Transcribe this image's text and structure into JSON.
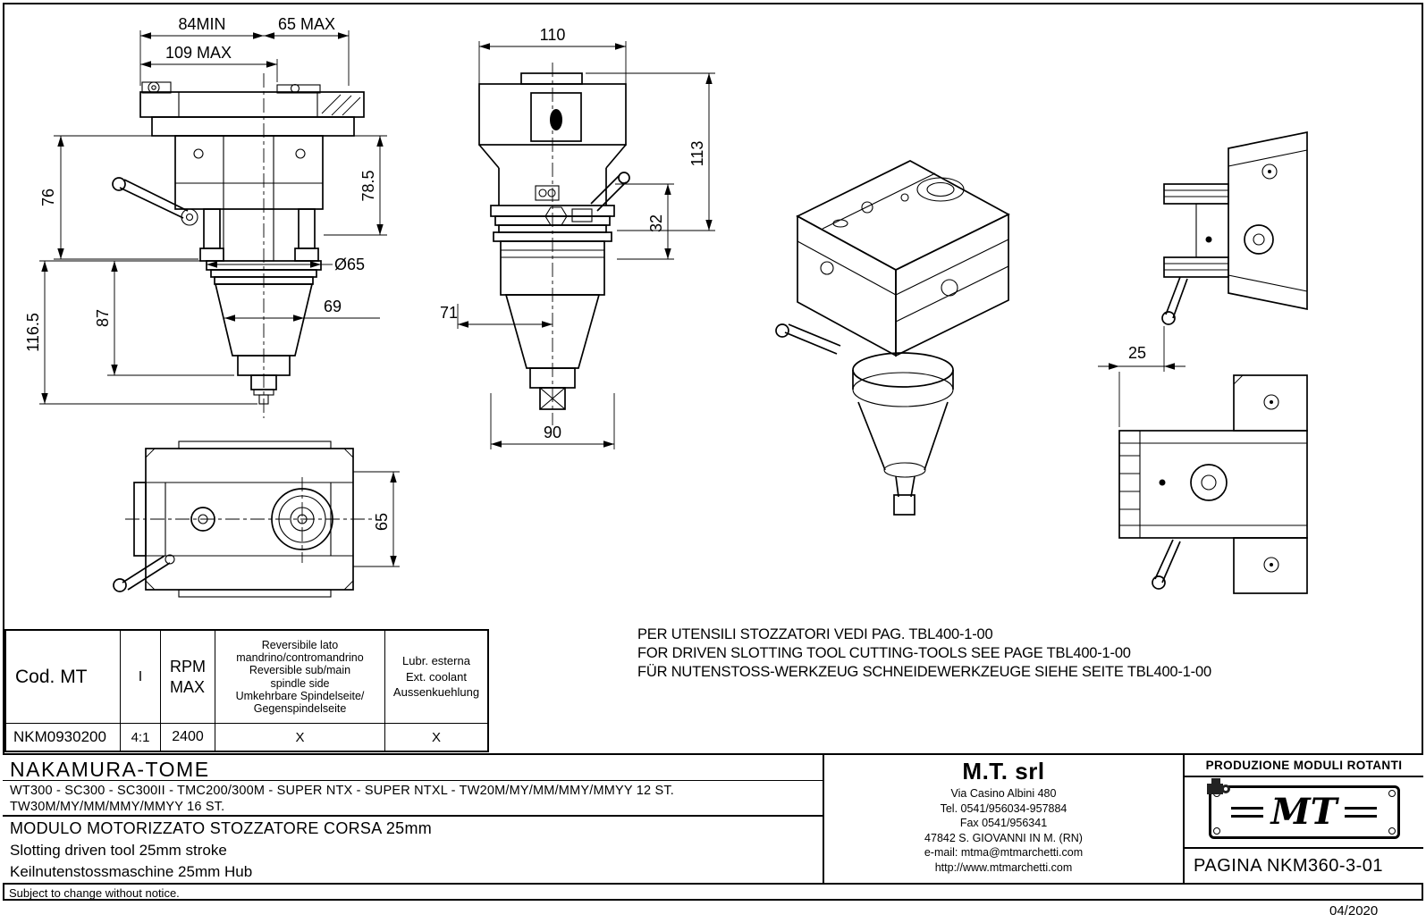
{
  "dims": {
    "v1_84": "84MIN",
    "v1_65": "65 MAX",
    "v1_109": "109 MAX",
    "v1_76": "76",
    "v1_785": "78.5",
    "v1_1165": "116.5",
    "v1_87": "87",
    "v1_dia65": "Ø65",
    "v1_69": "69",
    "v2_110": "110",
    "v2_113": "113",
    "v2_32": "32",
    "v2_71": "71",
    "v2_90": "90",
    "v3_65": "65",
    "v5_25": "25"
  },
  "table": {
    "col_cod_header": "Cod. MT",
    "col_ratio_header": "I",
    "col_rpm_header": "RPM\nMAX",
    "col_rev_header": "Reversibile lato\nmandrino/contromandrino\nReversible sub/main\nspindle side\nUmkehrbare Spindelseite/\nGegenspindelseite",
    "col_lub_header": "Lubr. esterna\nExt. coolant\nAussenkuehlung",
    "row": {
      "cod": "NKM0930200",
      "ratio": "4:1",
      "rpm": "2400",
      "rev": "X",
      "lub": "X"
    }
  },
  "notes": [
    "PER UTENSILI STOZZATORI VEDI PAG. TBL400-1-00",
    "FOR DRIVEN SLOTTING TOOL CUTTING-TOOLS SEE PAGE TBL400-1-00",
    "FÜR NUTENSTOSS-WERKZEUG SCHNEIDEWERKZEUGE SIEHE SEITE TBL400-1-00"
  ],
  "title_block": {
    "machine_brand": "NAKAMURA-TOME",
    "machines_line1": "WT300 - SC300 - SC300II - TMC200/300M - SUPER NTX - SUPER NTXL - TW20M/MY/MM/MMY/MMYY 12 ST.",
    "machines_line2": "TW30M/MY/MM/MMY/MMYY 16 ST.",
    "desc_it": "MODULO MOTORIZZATO STOZZATORE CORSA 25mm",
    "desc_en": "Slotting driven tool 25mm stroke",
    "desc_de": "Keilnutenstossmaschine 25mm Hub",
    "company": "M.T. srl",
    "address": [
      "Via Casino Albini 480",
      "Tel. 0541/956034-957884",
      "Fax 0541/956341",
      "47842 S. GIOVANNI IN M. (RN)",
      "e-mail: mtma@mtmarchetti.com",
      "http://www.mtmarchetti.com"
    ],
    "production": "PRODUZIONE MODULI ROTANTI",
    "logo": "MT",
    "page": "PAGINA NKM360-3-01"
  },
  "sheet": {
    "footer_note": "Subject to change without notice.",
    "date": "04/2020"
  }
}
